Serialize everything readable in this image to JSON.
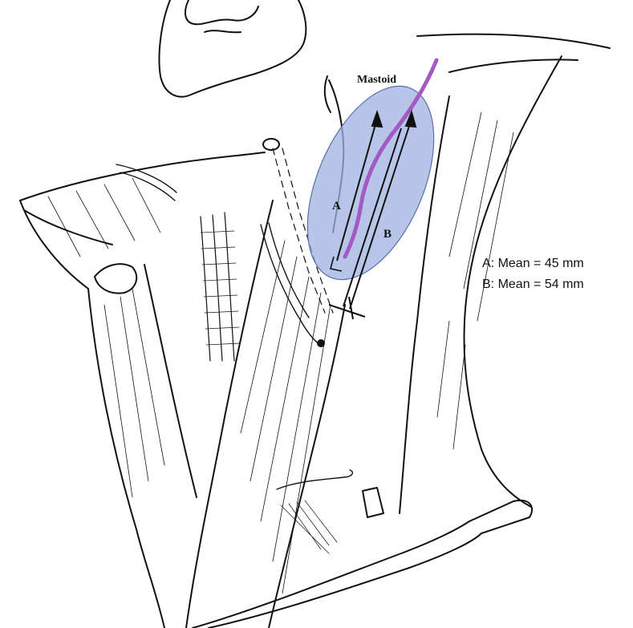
{
  "labels": {
    "mastoid": "Mastoid",
    "a": "A",
    "b": "B"
  },
  "legend": {
    "a_text": "A: Mean = 45 mm",
    "b_text": "B: Mean = 54 mm"
  },
  "colors": {
    "mastoid_region": "#9fb3e0",
    "nerve_path": "#a35ac2",
    "line_art": "#111111"
  }
}
